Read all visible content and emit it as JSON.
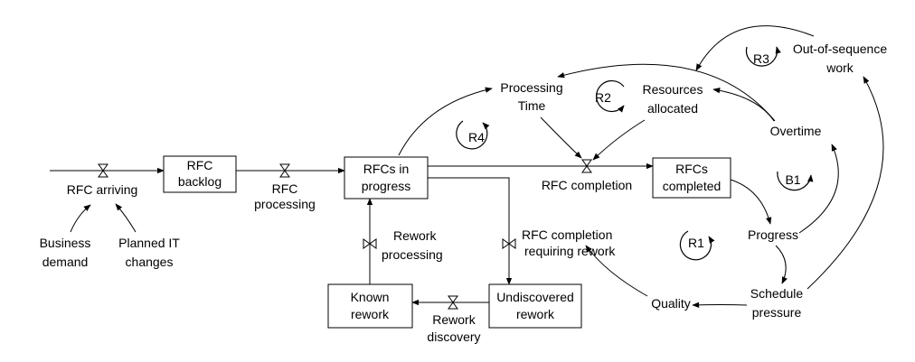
{
  "stocks": {
    "rfc_backlog": [
      "RFC",
      "backlog"
    ],
    "rfcs_in_progress": [
      "RFCs in",
      "progress"
    ],
    "rfcs_completed": [
      "RFCs",
      "completed"
    ],
    "undiscovered_rework": [
      "Undiscovered",
      "rework"
    ],
    "known_rework": [
      "Known",
      "rework"
    ]
  },
  "flows": {
    "rfc_arriving": "RFC arriving",
    "rfc_processing": [
      "RFC",
      "processing"
    ],
    "rfc_completion": "RFC completion",
    "rfc_completion_requiring_rework": [
      "RFC completion",
      "requiring rework"
    ],
    "rework_processing": [
      "Rework",
      "processing"
    ],
    "rework_discovery": [
      "Rework",
      "discovery"
    ]
  },
  "variables": {
    "business_demand": [
      "Business",
      "demand"
    ],
    "planned_it_changes": [
      "Planned IT",
      "changes"
    ],
    "processing_time": [
      "Processing",
      "Time"
    ],
    "resources_allocated": [
      "Resources",
      "allocated"
    ],
    "overtime": "Overtime",
    "out_of_sequence_work": [
      "Out-of-sequence",
      "work"
    ],
    "progress": "Progress",
    "schedule_pressure": [
      "Schedule",
      "pressure"
    ],
    "quality": "Quality"
  },
  "loops": {
    "r1": "R1",
    "r2": "R2",
    "r3": "R3",
    "r4": "R4",
    "b1": "B1"
  }
}
